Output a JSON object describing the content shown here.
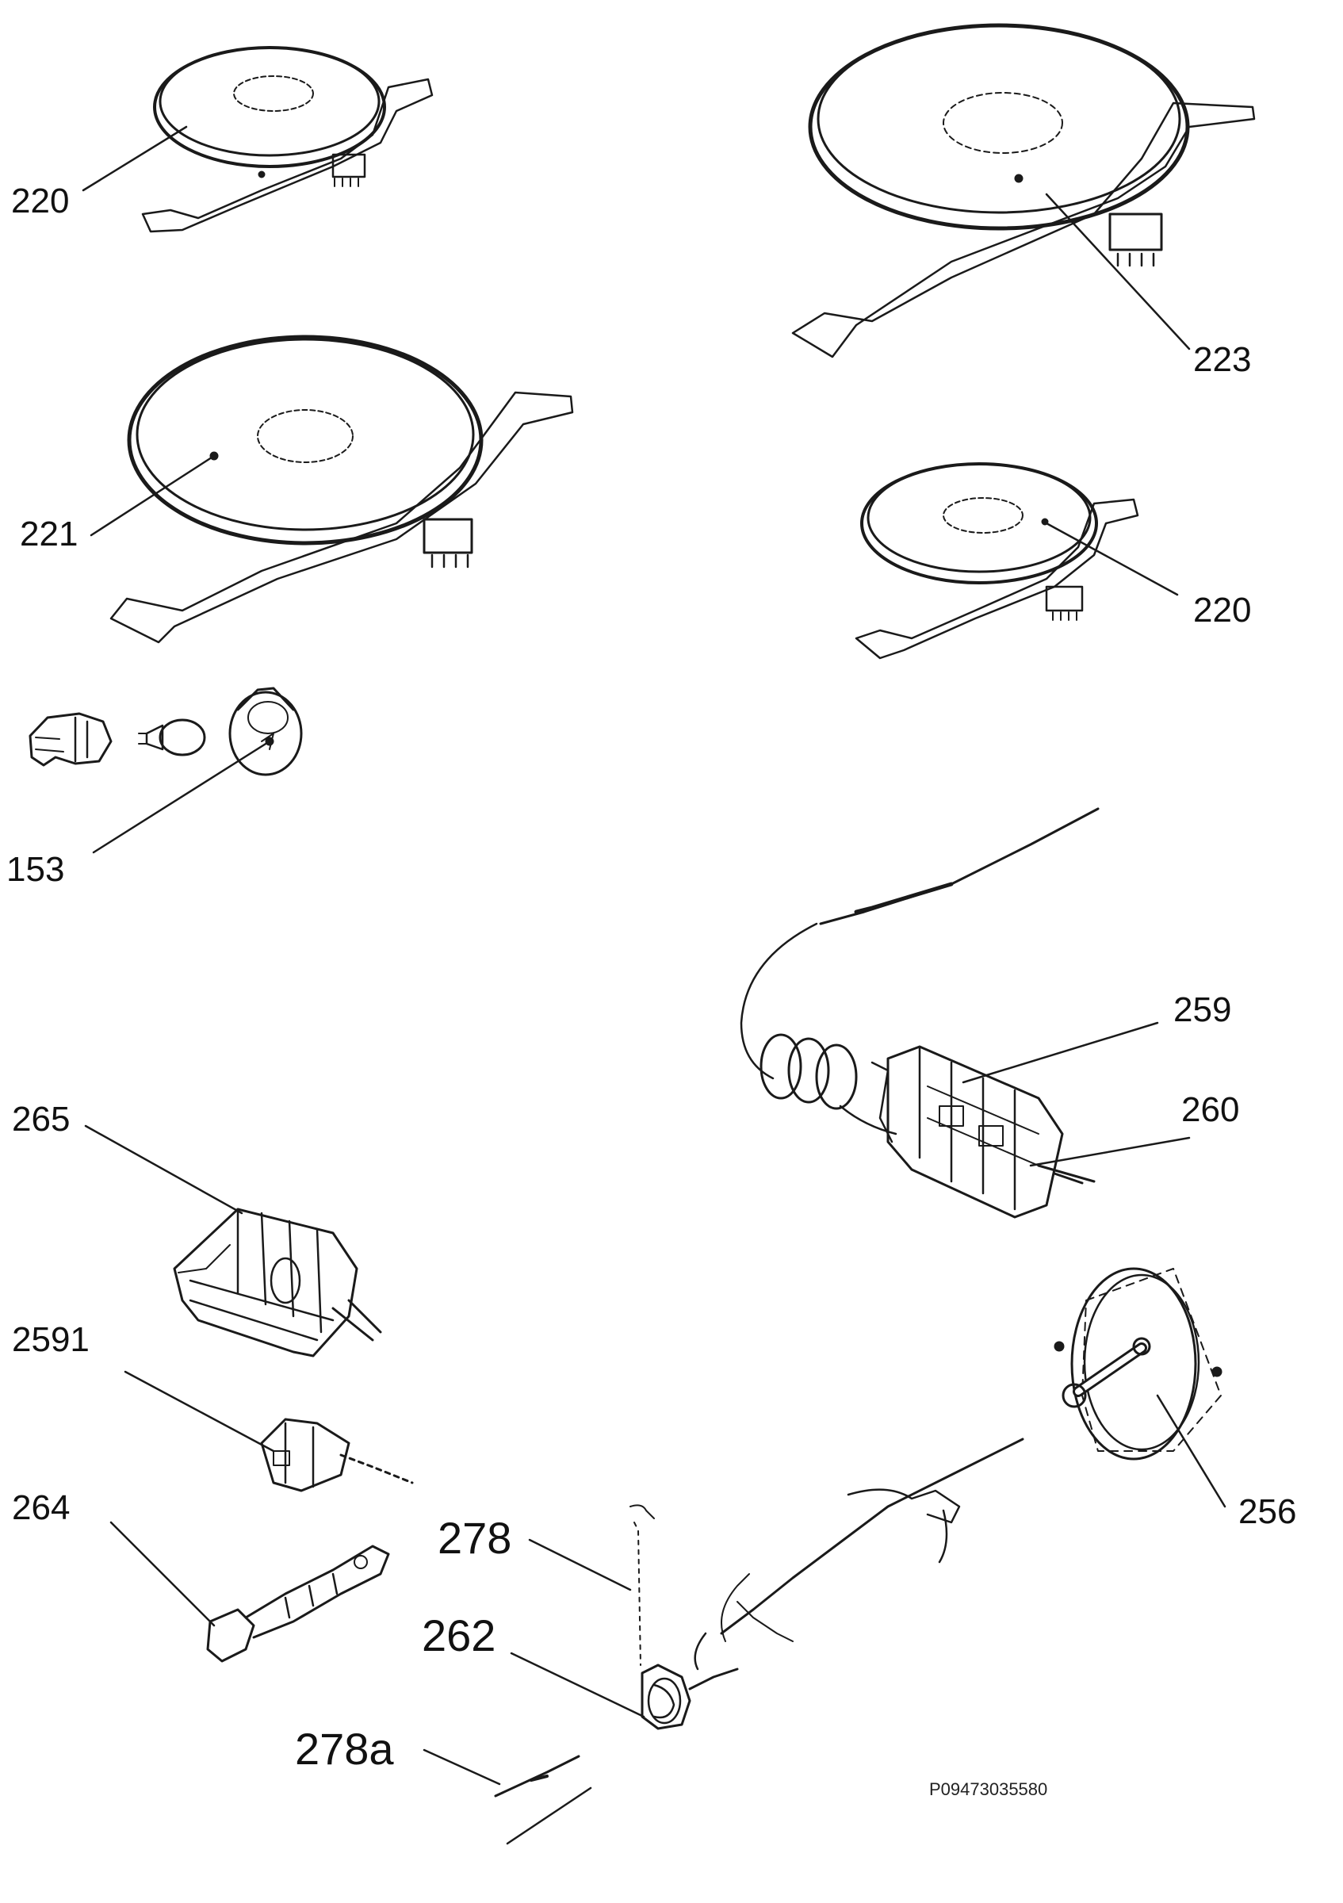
{
  "diagram": {
    "colors": {
      "line": "#1a1a1a",
      "background": "#ffffff"
    },
    "labels": {
      "l220_top": "220",
      "l223": "223",
      "l221": "221",
      "l220_mid": "220",
      "l153": "153",
      "l259": "259",
      "l260": "260",
      "l265": "265",
      "l2591": "2591",
      "l264": "264",
      "l278": "278",
      "l262": "262",
      "l278a": "278a",
      "l256": "256"
    },
    "doc_code": "P09473035580"
  }
}
